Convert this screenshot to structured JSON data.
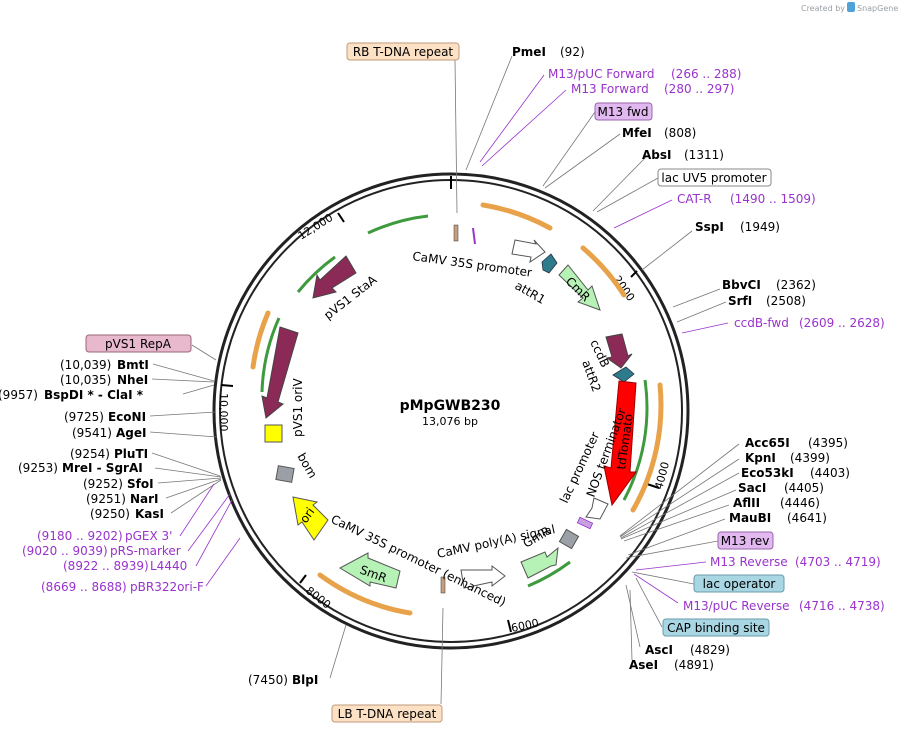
{
  "credit": {
    "created_by": "Created by",
    "brand": "SnapGene"
  },
  "plasmid": {
    "name": "pMpGWB230",
    "size": "13,076 bp"
  },
  "colors": {
    "primer": "#9933cc",
    "promoter": "#ffffff",
    "cds_teal": "#2e7b8c",
    "cmr": "#b6f2b6",
    "ccdb": "#8b2a57",
    "tdtomato": "#ff0000",
    "ori": "#ffff00",
    "rep_origin": "#ffee00",
    "pvs1_staa": "#8b2a57",
    "backbone": "#222222",
    "misc_orange": "#e8a24a",
    "misc_green": "#4caf50"
  },
  "ticks": [
    "2000",
    "4000",
    "6000",
    "8000",
    "10,000",
    "12,000"
  ],
  "features": {
    "camv35s_top": "CaMV 35S promoter",
    "attr1": "attR1",
    "cmr": "CmR",
    "ccdb": "ccdB",
    "attr2": "attR2",
    "tdtomato": "tdTomato",
    "nos_terminator": "NOS terminator",
    "lac_promoter": "lac promoter",
    "gmr": "GmR",
    "camv_polya": "CaMV poly(A) signal",
    "camv35s_enh": "CaMV 35S promoter (enhanced)",
    "smr": "SmR",
    "ori": "ori",
    "bom": "bom",
    "pvs1_oriv": "pVS1 oriV",
    "pvs1_staa": "pVS1 StaA"
  },
  "boxed_labels": {
    "rb_tdna": "RB T-DNA repeat",
    "m13_fwd": "M13 fwd",
    "lac_uv5": "lac UV5 promoter",
    "pvs1_repa": "pVS1 RepA",
    "m13_rev": "M13 rev",
    "lac_operator": "lac operator",
    "cap_binding": "CAP binding site",
    "lb_tdna": "LB T-DNA repeat"
  },
  "right_labels": [
    {
      "name": "PmeI",
      "pos": "(92)",
      "kind": "enzyme"
    },
    {
      "name": "M13/pUC Forward",
      "pos": "(266 .. 288)",
      "kind": "primer"
    },
    {
      "name": "M13 Forward",
      "pos": "(280 .. 297)",
      "kind": "primer"
    },
    {
      "name": "MfeI",
      "pos": "(808)",
      "kind": "enzyme"
    },
    {
      "name": "AbsI",
      "pos": "(1311)",
      "kind": "enzyme"
    },
    {
      "name": "CAT-R",
      "pos": "(1490 .. 1509)",
      "kind": "primer"
    },
    {
      "name": "SspI",
      "pos": "(1949)",
      "kind": "enzyme"
    },
    {
      "name": "BbvCI",
      "pos": "(2362)",
      "kind": "enzyme"
    },
    {
      "name": "SrfI",
      "pos": "(2508)",
      "kind": "enzyme"
    },
    {
      "name": "ccdB-fwd",
      "pos": "(2609 .. 2628)",
      "kind": "primer"
    },
    {
      "name": "Acc65I",
      "pos": "(4395)",
      "kind": "enzyme"
    },
    {
      "name": "KpnI",
      "pos": "(4399)",
      "kind": "enzyme"
    },
    {
      "name": "Eco53kI",
      "pos": "(4403)",
      "kind": "enzyme"
    },
    {
      "name": "SacI",
      "pos": "(4405)",
      "kind": "enzyme"
    },
    {
      "name": "AflII",
      "pos": "(4446)",
      "kind": "enzyme"
    },
    {
      "name": "MauBI",
      "pos": "(4641)",
      "kind": "enzyme"
    },
    {
      "name": "M13 Reverse",
      "pos": "(4703 .. 4719)",
      "kind": "primer"
    },
    {
      "name": "M13/pUC Reverse",
      "pos": "(4716 .. 4738)",
      "kind": "primer"
    },
    {
      "name": "AscI",
      "pos": "(4829)",
      "kind": "enzyme"
    },
    {
      "name": "AseI",
      "pos": "(4891)",
      "kind": "enzyme"
    }
  ],
  "left_labels": [
    {
      "name": "BmtI",
      "pos": "(10,039)",
      "kind": "enzyme"
    },
    {
      "name": "NheI",
      "pos": "(10,035)",
      "kind": "enzyme"
    },
    {
      "name": "BspDI * - ClaI *",
      "pos": "(9957)",
      "kind": "enzyme"
    },
    {
      "name": "EcoNI",
      "pos": "(9725)",
      "kind": "enzyme"
    },
    {
      "name": "AgeI",
      "pos": "(9541)",
      "kind": "enzyme"
    },
    {
      "name": "PluTI",
      "pos": "(9254)",
      "kind": "enzyme"
    },
    {
      "name": "MreI - SgrAI",
      "pos": "(9253)",
      "kind": "enzyme"
    },
    {
      "name": "SfoI",
      "pos": "(9252)",
      "kind": "enzyme"
    },
    {
      "name": "NarI",
      "pos": "(9251)",
      "kind": "enzyme"
    },
    {
      "name": "KasI",
      "pos": "(9250)",
      "kind": "enzyme"
    },
    {
      "name": "pGEX 3'",
      "pos": "(9180 .. 9202)",
      "kind": "primer"
    },
    {
      "name": "pRS-marker",
      "pos": "(9020 .. 9039)",
      "kind": "primer"
    },
    {
      "name": "L4440",
      "pos": "(8922 .. 8939)",
      "kind": "primer"
    },
    {
      "name": "pBR322ori-F",
      "pos": "(8669 .. 8688)",
      "kind": "primer"
    },
    {
      "name": "BlpI",
      "pos": "(7450)",
      "kind": "enzyme"
    }
  ]
}
